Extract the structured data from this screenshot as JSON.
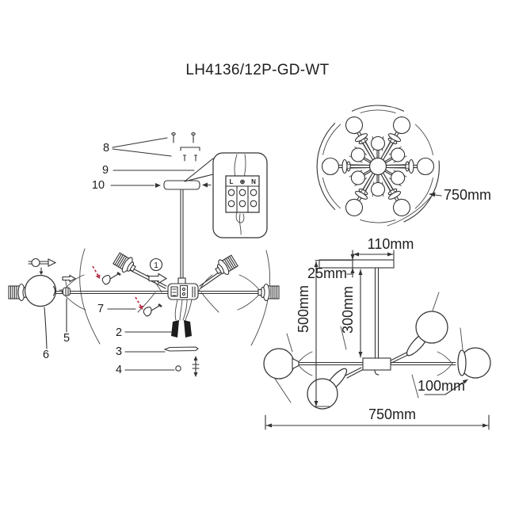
{
  "title": "LH4136/12P-GD-WT",
  "colors": {
    "line": "#333333",
    "red_arrow": "#b5344a"
  },
  "exploded_view": {
    "parts": {
      "p2": "2",
      "p3": "3",
      "p4": "4",
      "p5": "5",
      "p6": "6",
      "p7": "7",
      "p8": "8",
      "p9": "9",
      "p10": "10"
    },
    "step_marker": "1",
    "terminal_block": {
      "live": "L",
      "earth": "⊕",
      "neutral": "N"
    }
  },
  "top_view": {
    "diameter": "750mm"
  },
  "side_view": {
    "canopy_width": "110mm",
    "canopy_height": "25mm",
    "total_height": "500mm",
    "rod_length": "300mm",
    "shade_diameter": "100mm",
    "total_width": "750mm"
  }
}
